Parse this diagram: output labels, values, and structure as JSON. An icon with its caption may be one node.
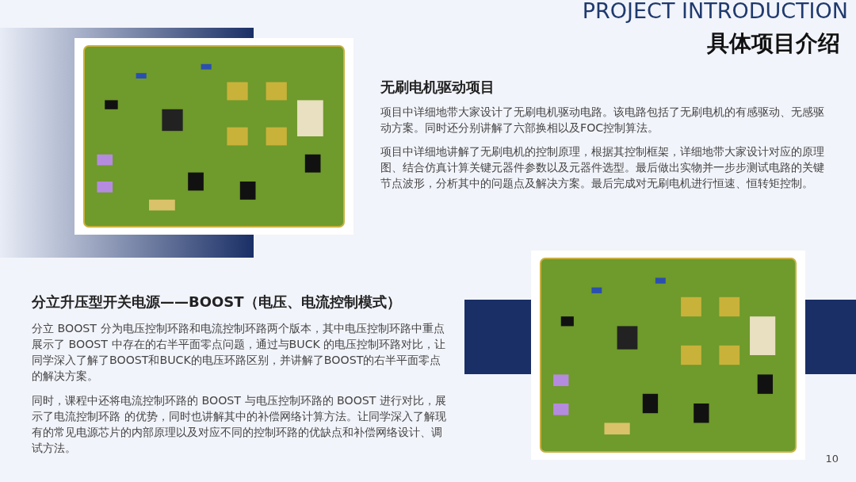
{
  "diagram": {
    "title": "具体项目介绍",
    "labels": [
      "PROJECT INTRODUCTION",
      "无刷电机驱动项目",
      "项目中详细地带大家设计了无刷电机驱动电路。该电路包括了无刷电机的有感驱动、无感驱动方案。同时还分别讲解了六部换相以及FOC控制算法。",
      "项目中详细地讲解了无刷电机的控制原理，根据其控制框架，详细地带大家设计对应的原理图、结合仿真计算关键元器件参数以及元器件选型。最后做出实物并一步步测试电路的关键节点波形，分析其中的问题点及解决方案。最后完成对无刷电机进行恒速、恒转矩控制。",
      "分立升压型开关电源——BOOST（电压、电流控制模式）",
      "分立 BOOST 分为电压控制环路和电流控制环路两个版本，其中电压控制环路中重点展示了 BOOST 中存在的右半平面零点问题，通过与BUCK 的电压控制环路对比，让同学深入了解了BOOST和BUCK的电压环路区别，并讲解了BOOST的右半平面零点的解决方案。",
      "同时，课程中还将电流控制环路的 BOOST 与电压控制环路的 BOOST 进行对比，展示了电流控制环路 的优势，同时也讲解其中的补偿网络计算方法。让同学深入了解现有的常见电源芯片的内部原理以及对应不同的控制环路的优缺点和补偿网络设计、调试方法。",
      "10"
    ]
  }
}
